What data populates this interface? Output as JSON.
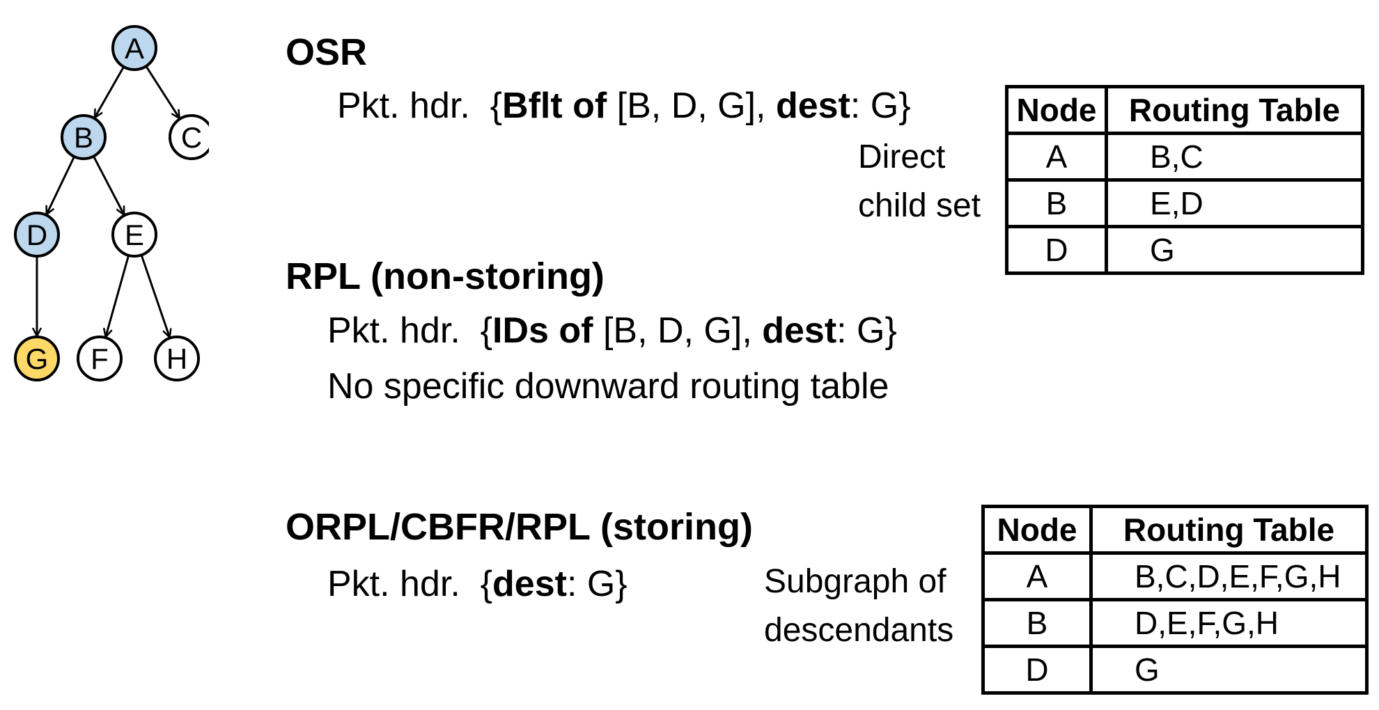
{
  "tree": {
    "nodes": [
      {
        "id": "A",
        "label": "A",
        "state": "path"
      },
      {
        "id": "B",
        "label": "B",
        "state": "path"
      },
      {
        "id": "C",
        "label": "C",
        "state": "normal"
      },
      {
        "id": "D",
        "label": "D",
        "state": "path"
      },
      {
        "id": "E",
        "label": "E",
        "state": "normal"
      },
      {
        "id": "G",
        "label": "G",
        "state": "destination"
      },
      {
        "id": "F",
        "label": "F",
        "state": "normal"
      },
      {
        "id": "H",
        "label": "H",
        "state": "normal"
      }
    ],
    "edges": [
      [
        "A",
        "B"
      ],
      [
        "A",
        "C"
      ],
      [
        "B",
        "D"
      ],
      [
        "B",
        "E"
      ],
      [
        "D",
        "G"
      ],
      [
        "E",
        "F"
      ],
      [
        "E",
        "H"
      ]
    ],
    "colors": {
      "path": "#bdd7ee",
      "destination": "#ffd966",
      "normal": "#ffffff",
      "stroke": "#000000"
    }
  },
  "osr": {
    "title": "OSR",
    "hdr_prefix": "Pkt. hdr.",
    "brace_open": "{",
    "bold1": "Bflt of",
    "list": " [B, D, G], ",
    "bold2": "dest",
    "dest_val": ": G}",
    "label_line1": "Direct",
    "label_line2": "child set",
    "table": {
      "headers": [
        "Node",
        "Routing Table"
      ],
      "rows": [
        [
          "A",
          "B,C"
        ],
        [
          "B",
          "E,D"
        ],
        [
          "D",
          "G"
        ]
      ]
    }
  },
  "rpl_ns": {
    "title": "RPL (non-storing)",
    "hdr_prefix": "Pkt. hdr.",
    "brace_open": "{",
    "bold1": "IDs of",
    "list": " [B, D, G], ",
    "bold2": "dest",
    "dest_val": ": G}",
    "note": "No specific downward routing table"
  },
  "storing": {
    "title": "ORPL/CBFR/RPL (storing)",
    "hdr_prefix": "Pkt. hdr.",
    "brace_open": "{",
    "bold2": "dest",
    "dest_val": ": G}",
    "label_line1": "Subgraph of",
    "label_line2": "descendants",
    "table": {
      "headers": [
        "Node",
        "Routing Table"
      ],
      "rows": [
        [
          "A",
          "B,C,D,E,F,G,H"
        ],
        [
          "B",
          "D,E,F,G,H"
        ],
        [
          "D",
          "G"
        ]
      ]
    }
  }
}
